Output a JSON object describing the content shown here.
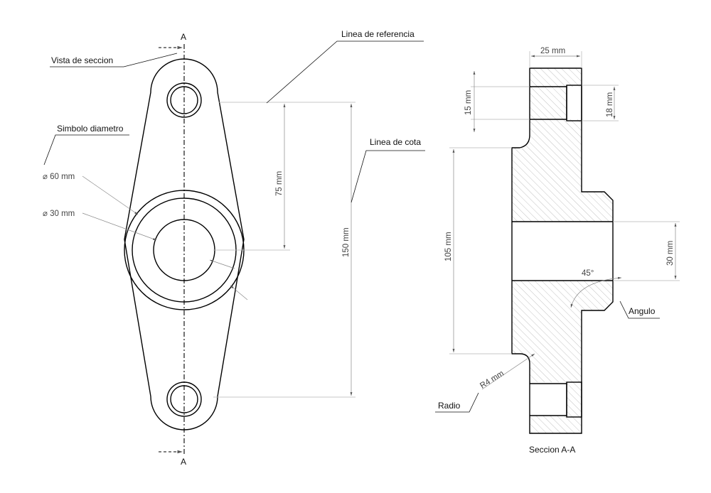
{
  "front_view": {
    "section_mark_top": "A",
    "section_mark_bottom": "A",
    "callouts": {
      "section_view": "Vista de seccion",
      "diameter_symbol": "Simbolo diametro",
      "reference_line": "Linea de referencia",
      "dimension_line": "Linea de cota"
    },
    "dimensions": {
      "outer_diameter": "⌀ 60 mm",
      "inner_diameter": "⌀ 30 mm",
      "hole_spacing": "75 mm",
      "overall_length": "150 mm"
    }
  },
  "section_view": {
    "caption": "Seccion A-A",
    "callouts": {
      "angle": "Angulo",
      "radius": "Radio"
    },
    "dimensions": {
      "width": "25 mm",
      "counterbore_depth": "15 mm",
      "counterbore_diameter": "18 mm",
      "boss_height": "105 mm",
      "bore": "30 mm",
      "chamfer_angle": "45°",
      "fillet_radius": "R4 mm"
    }
  },
  "colors": {
    "outline": "#000000",
    "dimension": "#888888",
    "hatch": "#9a9a9a"
  }
}
